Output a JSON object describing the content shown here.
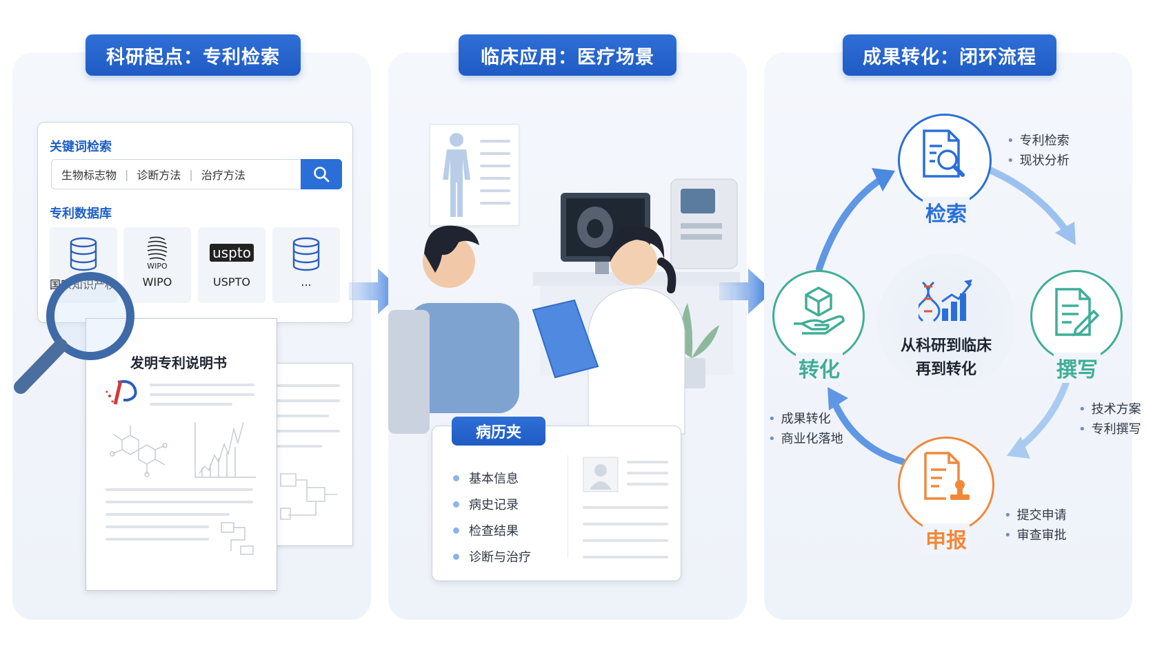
{
  "panels": {
    "research": {
      "title": "科研起点：专利检索",
      "keyword_label": "关键词检索",
      "search_terms": [
        "生物标志物",
        "诊断方法",
        "治疗方法"
      ],
      "db_label": "专利数据库",
      "databases": [
        "国家知识产权局",
        "WIPO",
        "USPTO",
        "..."
      ],
      "wipo_logo_text": "WIPO",
      "uspto_logo_text": "uspto",
      "doc_title": "发明专利说明书"
    },
    "clinical": {
      "title": "临床应用：医疗场景",
      "record_tab": "病历夹",
      "record_items": [
        "基本信息",
        "病史记录",
        "检查结果",
        "诊断与治疗"
      ]
    },
    "transfer": {
      "title": "成果转化：闭环流程",
      "center_lines": [
        "从科研到临床",
        "再到转化"
      ],
      "nodes": {
        "search": {
          "label": "检索",
          "color": "#2a6fd8",
          "bullets": [
            "专利检索",
            "现状分析"
          ]
        },
        "write": {
          "label": "撰写",
          "color": "#3fae97",
          "bullets": [
            "技术方案",
            "专利撰写"
          ]
        },
        "file": {
          "label": "申报",
          "color": "#f0883a",
          "bullets": [
            "提交申请",
            "审查审批"
          ]
        },
        "convert": {
          "label": "转化",
          "color": "#3fae97",
          "bullets": [
            "成果转化",
            "商业化落地"
          ]
        }
      }
    }
  }
}
